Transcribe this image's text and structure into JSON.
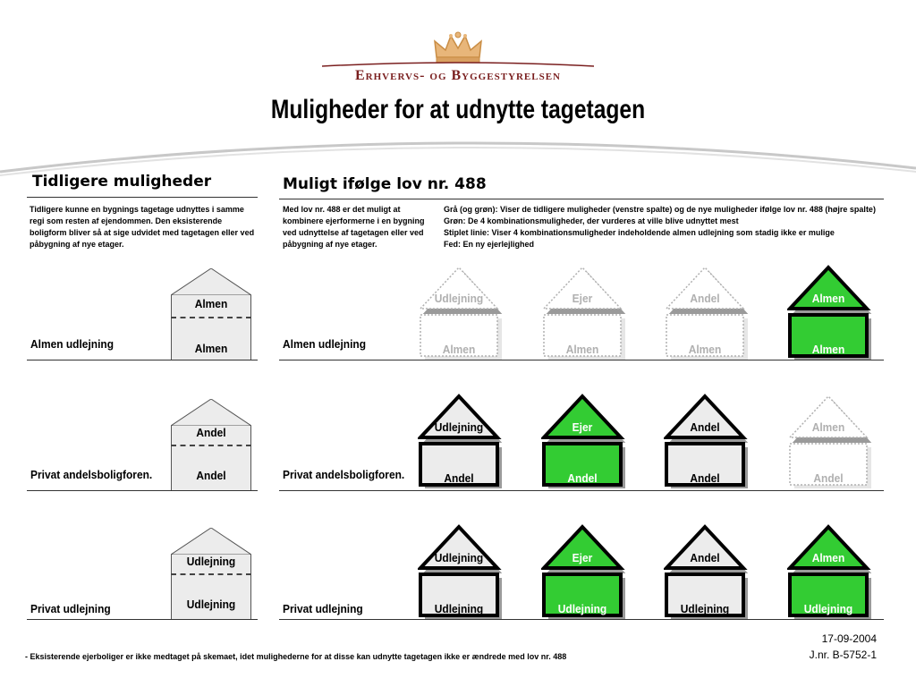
{
  "header": {
    "org_name": "Erhvervs- og Byggestyrelsen",
    "title": "Muligheder for at udnytte tagetagen"
  },
  "left": {
    "heading": "Tidligere muligheder",
    "description": "Tidligere kunne en bygnings tagetage udnyttes i samme regi som resten af ejendommen. Den eksisterende boligform bliver så at sige udvidet med tagetagen eller ved påbygning af nye etager."
  },
  "right": {
    "heading": "Muligt ifølge lov nr. 488",
    "description": "Med lov nr. 488 er det muligt at kombinere ejerformerne i en bygning ved udnyttelse af tagetagen eller ved påbygning af nye etager.",
    "legend": [
      "Grå (og grøn): Viser de tidligere muligheder (venstre spalte) og de nye muligheder ifølge lov nr. 488 (højre spalte)",
      "Grøn: De 4 kombinationsmuligheder, der vurderes at ville blive udnyttet mest",
      "Stiplet linie: Viser 4 kombinationsmuligheder indeholdende almen udlejning som stadig ikke er mulige",
      "Fed: En ny ejerlejlighed"
    ]
  },
  "colors": {
    "green": "#33cc33",
    "gray_fill": "#ececec",
    "faded": "#b0b0b0",
    "shadow": "#9a9a9a"
  },
  "rows": [
    {
      "label": "Almen udlejning",
      "left_house": {
        "roof": "Almen",
        "floor": "Almen"
      },
      "houses": [
        {
          "roof": "Udlejning",
          "floor": "Almen",
          "style": "faded",
          "roof_green": false,
          "floor_green": false
        },
        {
          "roof": "Ejer",
          "floor": "Almen",
          "style": "faded",
          "roof_green": false,
          "floor_green": false
        },
        {
          "roof": "Andel",
          "floor": "Almen",
          "style": "faded",
          "roof_green": false,
          "floor_green": false
        },
        {
          "roof": "Almen",
          "floor": "Almen",
          "style": "bold",
          "roof_green": true,
          "floor_green": true
        }
      ]
    },
    {
      "label": "Privat andelsboligforen.",
      "left_house": {
        "roof": "Andel",
        "floor": "Andel"
      },
      "houses": [
        {
          "roof": "Udlejning",
          "floor": "Andel",
          "style": "bold",
          "roof_green": false,
          "floor_green": false
        },
        {
          "roof": "Ejer",
          "floor": "Andel",
          "style": "bold",
          "roof_green": true,
          "floor_green": true
        },
        {
          "roof": "Andel",
          "floor": "Andel",
          "style": "bold",
          "roof_green": false,
          "floor_green": false
        },
        {
          "roof": "Almen",
          "floor": "Andel",
          "style": "faded",
          "roof_green": false,
          "floor_green": false
        }
      ]
    },
    {
      "label": "Privat udlejning",
      "left_house": {
        "roof": "Udlejning",
        "floor": "Udlejning"
      },
      "houses": [
        {
          "roof": "Udlejning",
          "floor": "Udlejning",
          "style": "bold",
          "roof_green": false,
          "floor_green": false
        },
        {
          "roof": "Ejer",
          "floor": "Udlejning",
          "style": "bold",
          "roof_green": true,
          "floor_green": true
        },
        {
          "roof": "Andel",
          "floor": "Udlejning",
          "style": "bold",
          "roof_green": false,
          "floor_green": false
        },
        {
          "roof": "Almen",
          "floor": "Udlejning",
          "style": "bold",
          "roof_green": true,
          "floor_green": true
        }
      ]
    }
  ],
  "footer": {
    "note": "- Eksisterende ejerboliger er ikke medtaget på skemaet, idet mulighederne for at disse kan udnytte tagetagen ikke er ændrede med lov nr. 488",
    "date": "17-09-2004",
    "jnr": "J.nr. B-5752-1"
  }
}
